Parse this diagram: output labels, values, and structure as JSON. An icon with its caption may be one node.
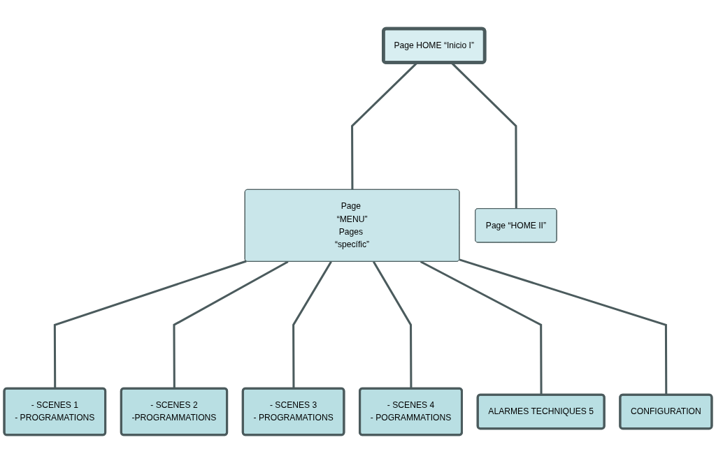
{
  "diagram": {
    "nodes": [
      {
        "text": [
          "Page HOME “Inicio I”"
        ]
      },
      {
        "text": [
          "Page “MENU”",
          "Pages “specífic”"
        ]
      },
      {
        "text": [
          "Page “HOME II”"
        ]
      },
      {
        "text": [
          "- SCENES 1",
          "- PROGRAMATIONS"
        ]
      },
      {
        "text": [
          "- SCENES 2",
          "-PROGRAMMATIONS"
        ]
      },
      {
        "text": [
          "- SCENES 3",
          "- PROGRAMATIONS"
        ]
      },
      {
        "text": [
          "- SCENES 4",
          "- POGRAMMATIONS"
        ]
      },
      {
        "text": [
          "ALARMES TECHNIQUES 5"
        ]
      },
      {
        "text": [
          "CONFIGURATION"
        ]
      }
    ],
    "edges": [
      {
        "from": 0,
        "to": 1,
        "arrow": "none"
      },
      {
        "from": 0,
        "to": 2,
        "arrow": "none"
      },
      {
        "from": 1,
        "to": 3,
        "arrow": "none"
      },
      {
        "from": 1,
        "to": 4,
        "arrow": "none"
      },
      {
        "from": 1,
        "to": 5,
        "arrow": "none"
      },
      {
        "from": 1,
        "to": 6,
        "arrow": "none"
      },
      {
        "from": 1,
        "to": 7,
        "arrow": "none"
      },
      {
        "from": 1,
        "to": 8,
        "arrow": "none"
      }
    ]
  }
}
